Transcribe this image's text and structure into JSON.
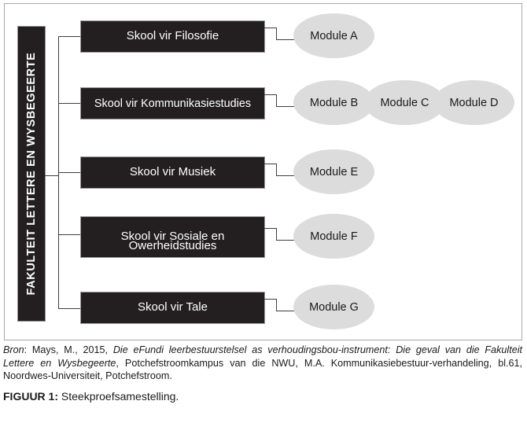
{
  "figure": {
    "faculty_label": "FAKULTEIT LETTERE EN WYSBEGEERTE",
    "colors": {
      "box_fill": "#231f20",
      "box_text": "#ffffff",
      "ellipse_fill": "#dcdcdc",
      "ellipse_text": "#1a1a1a",
      "connector": "#3d3d3d",
      "frame_border": "#a8a8a8",
      "page_background": "#ffffff"
    },
    "rows": [
      {
        "school": "Skool vir Filosofie",
        "modules": [
          "Module A"
        ]
      },
      {
        "school": "Skool vir Kommunikasiestudies",
        "modules": [
          "Module B",
          "Module C",
          "Module D"
        ]
      },
      {
        "school": "Skool vir Musiek",
        "modules": [
          "Module E"
        ]
      },
      {
        "school": "Skool vir Sosiale en Owerheidstudies",
        "school_line1": "Skool vir Sosiale en",
        "school_line2": "Owerheidstudies",
        "modules": [
          "Module F"
        ]
      },
      {
        "school": "Skool vir Tale",
        "modules": [
          "Module G"
        ]
      }
    ]
  },
  "source": {
    "label": "Bron",
    "separator": ": ",
    "author_year": "Mays, M., 2015, ",
    "title_italic": "Die eFundi leerbestuurstelsel as verhoudingsbou-instrument: Die geval van die Fakulteit Lettere en Wysbegeerte",
    "rest": ", Potchefstroomkampus van die NWU, M.A. Kommunikasiebestuur-verhandeling, bl.61, Noordwes-Universiteit, Potchefstroom."
  },
  "caption": {
    "figure_label": "FIGUUR 1:",
    "figure_text": " Steekproefsamestelling."
  }
}
